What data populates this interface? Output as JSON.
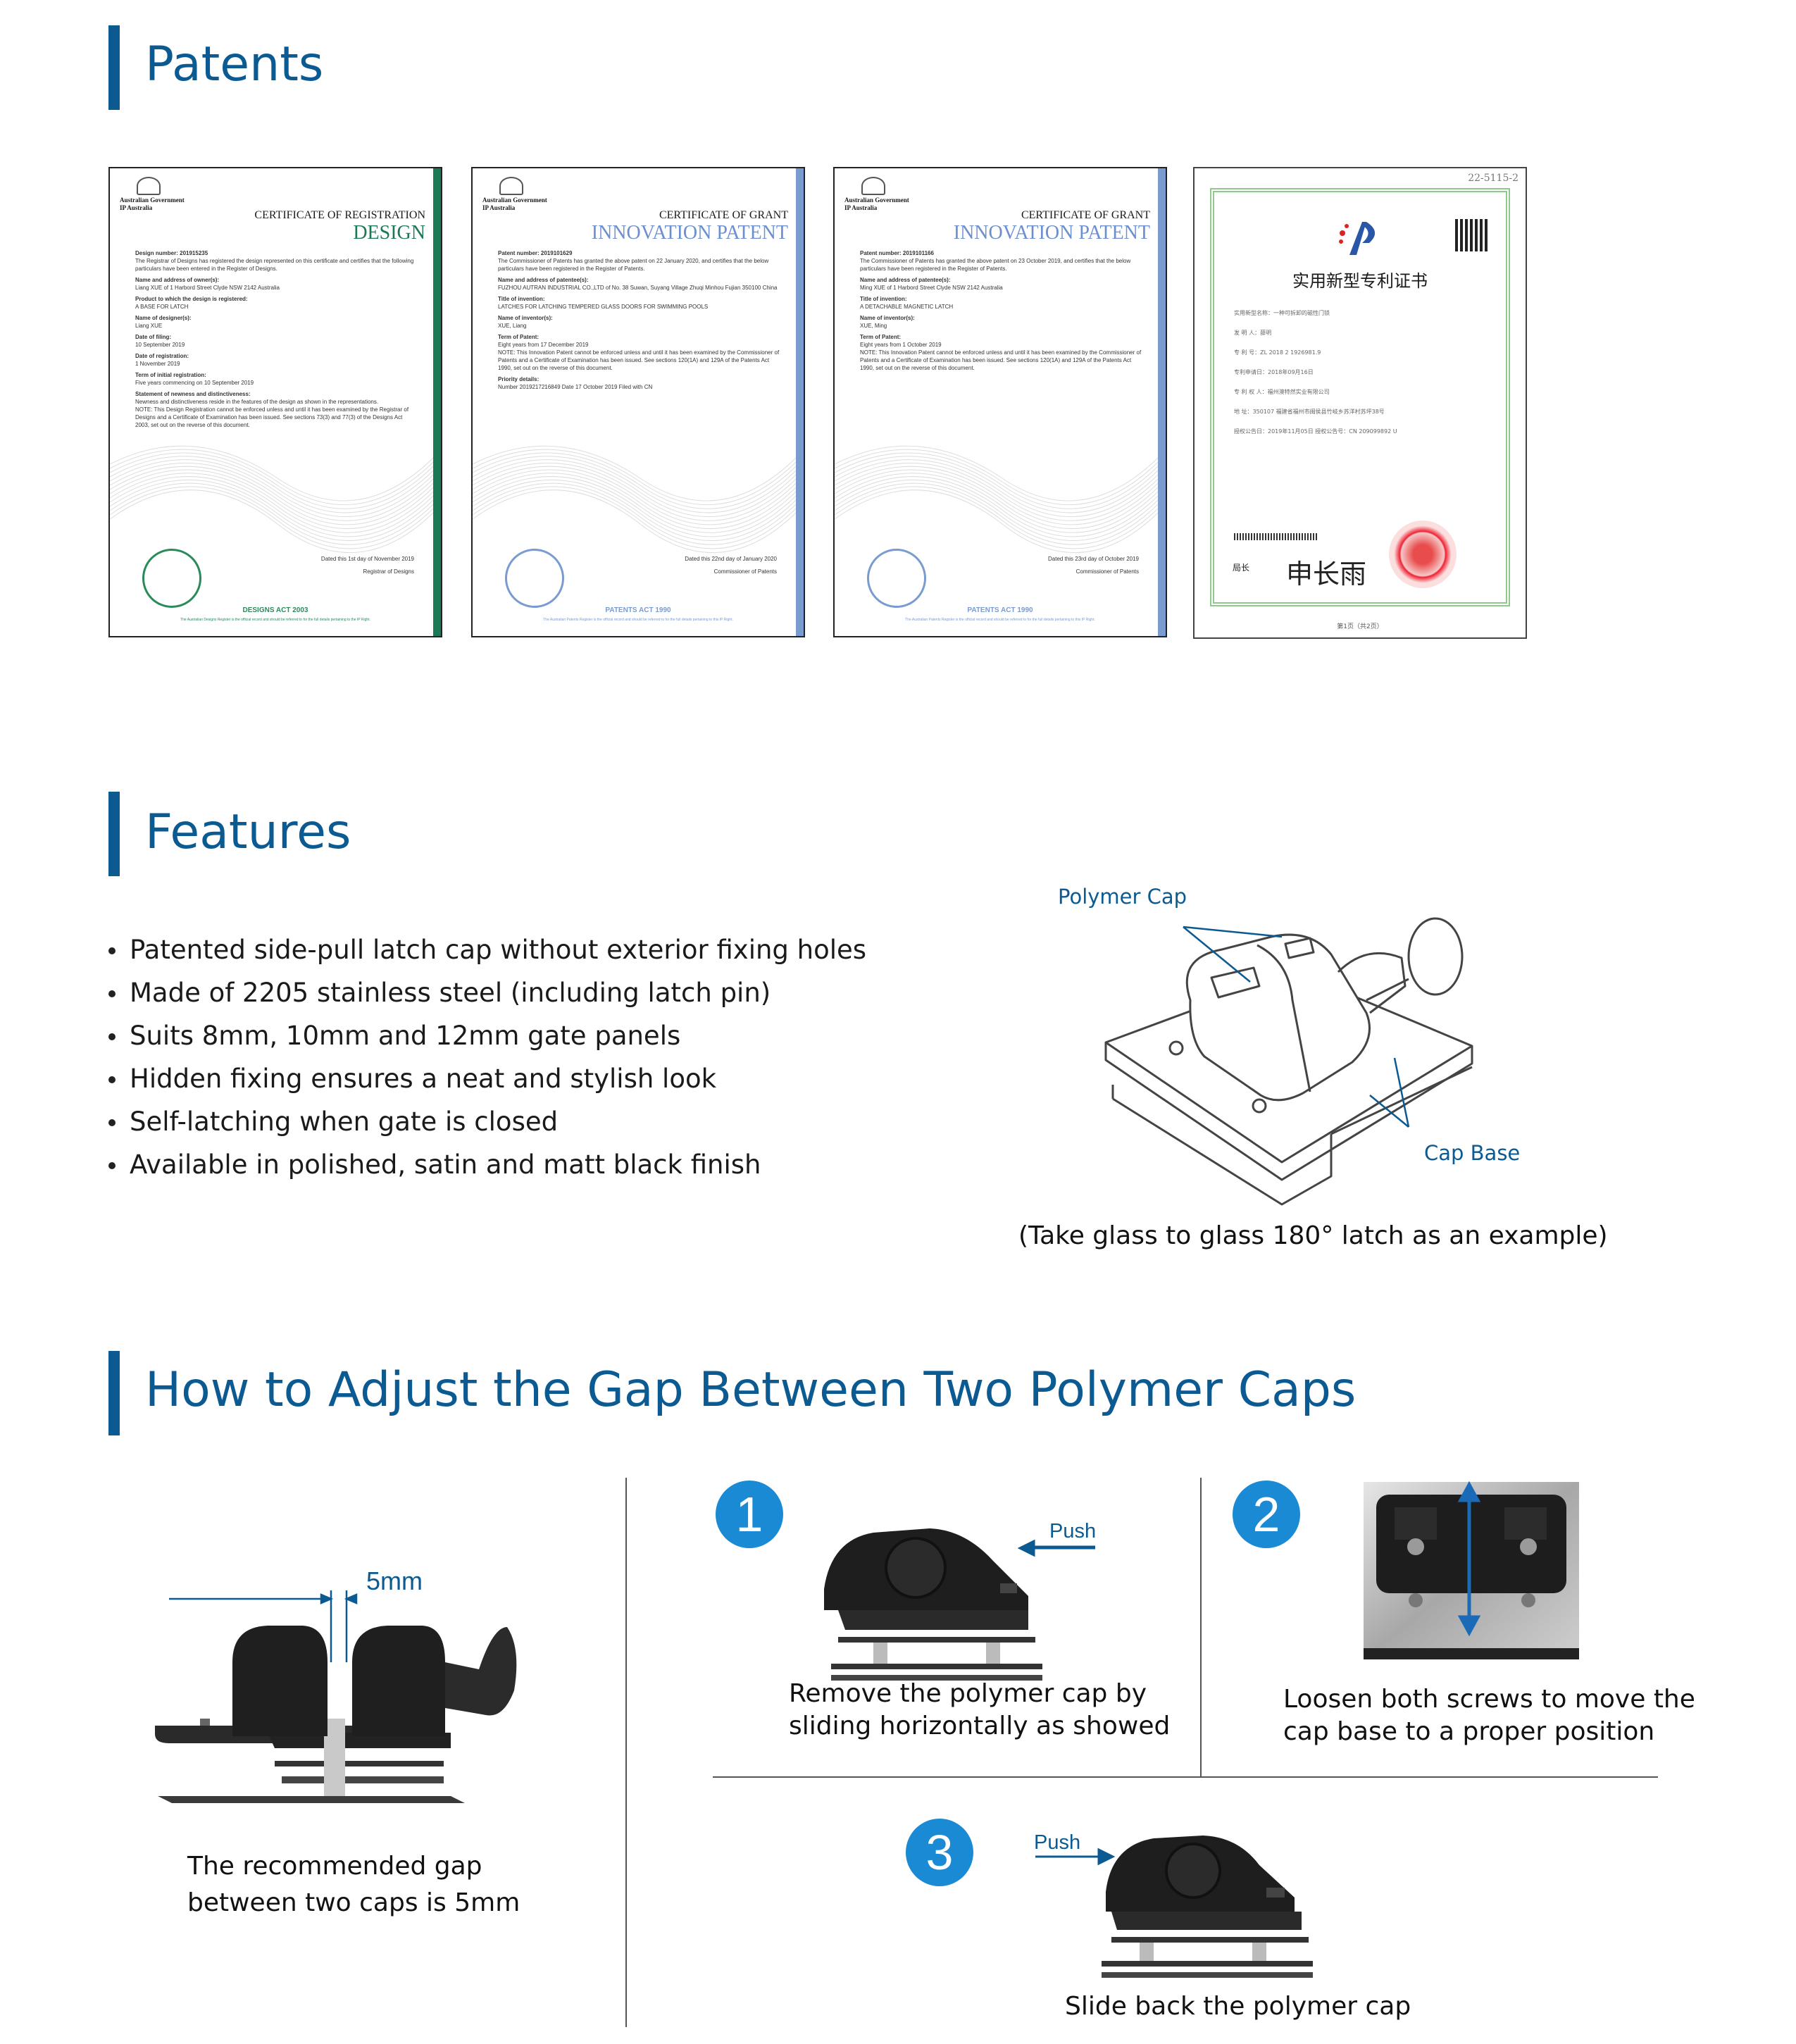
{
  "sections": {
    "patents": "Patents",
    "features": "Features",
    "adjust": "How to Adjust the Gap Between Two Polymer Caps"
  },
  "certificates": [
    {
      "gov": "Australian Government",
      "org": "IP Australia",
      "title": "CERTIFICATE OF REGISTRATION",
      "subtitle": "DESIGN",
      "fields": [
        [
          "Design number: 201915235",
          ""
        ],
        [
          "",
          "The Registrar of Designs has registered the design represented on this certificate and certifies that the following particulars have been entered in the Register of Designs."
        ],
        [
          "Name and address of owner(s):",
          "Liang XUE of 1 Harbord Street Clyde NSW 2142 Australia"
        ],
        [
          "Product to which the design is registered:",
          "A BASE FOR LATCH"
        ],
        [
          "Name of designer(s):",
          "Liang XUE"
        ],
        [
          "Date of filing:",
          "10 September 2019"
        ],
        [
          "Date of registration:",
          "1 November 2019"
        ],
        [
          "Term of initial registration:",
          "Five years commencing on 10 September 2019"
        ],
        [
          "Statement of newness and distinctiveness:",
          "Newness and distinctiveness reside in the features of the design as shown in the representations."
        ],
        [
          "",
          "NOTE: This Design Registration cannot be enforced unless and until it has been examined by the Registrar of Designs and a Certificate of Examination has been issued. See sections 73(3) and 77(3) of the Designs Act 2003, set out on the reverse of this document."
        ]
      ],
      "dated": "Dated this 1st day of November 2019",
      "signer": "Registrar of Designs",
      "act": "DESIGNS ACT 2003",
      "footer": "The Australian Designs Register is the official record and should be referred to for the full details pertaining to the IP Right."
    },
    {
      "gov": "Australian Government",
      "org": "IP Australia",
      "title": "CERTIFICATE OF GRANT",
      "subtitle": "INNOVATION PATENT",
      "fields": [
        [
          "Patent number: 2019101629",
          ""
        ],
        [
          "",
          "The Commissioner of Patents has granted the above patent on 22 January 2020, and certifies that the below particulars have been registered in the Register of Patents."
        ],
        [
          "Name and address of patentee(s):",
          "FUZHOU AUTRAN INDUSTRIAL CO.,LTD of No. 38 Suwan, Suyang Village Zhuqi Minhou Fujian 350100 China"
        ],
        [
          "Title of invention:",
          "LATCHES FOR LATCHING TEMPERED GLASS DOORS FOR SWIMMING POOLS"
        ],
        [
          "Name of inventor(s):",
          "XUE, Liang"
        ],
        [
          "Term of Patent:",
          "Eight years from 17 December 2019"
        ],
        [
          "",
          "NOTE: This Innovation Patent cannot be enforced unless and until it has been examined by the Commissioner of Patents and a Certificate of Examination has been issued. See sections 120(1A) and 129A of the Patents Act 1990, set out on the reverse of this document."
        ],
        [
          "Priority details:",
          "Number 2019217216849    Date 17 October 2019    Filed with CN"
        ]
      ],
      "dated": "Dated this 22nd day of January 2020",
      "signer": "Commissioner of Patents",
      "act": "PATENTS ACT 1990",
      "footer": "The Australian Patents Register is the official record and should be referred to for the full details pertaining to this IP Right."
    },
    {
      "gov": "Australian Government",
      "org": "IP Australia",
      "title": "CERTIFICATE OF GRANT",
      "subtitle": "INNOVATION PATENT",
      "fields": [
        [
          "Patent number: 2019101166",
          ""
        ],
        [
          "",
          "The Commissioner of Patents has granted the above patent on 23 October 2019, and certifies that the below particulars have been registered in the Register of Patents."
        ],
        [
          "Name and address of patentee(s):",
          "Ming XUE of 1 Harbord Street Clyde NSW 2142 Australia"
        ],
        [
          "Title of invention:",
          "A DETACHABLE MAGNETIC LATCH"
        ],
        [
          "Name of inventor(s):",
          "XUE, Ming"
        ],
        [
          "Term of Patent:",
          "Eight years from 1 October 2019"
        ],
        [
          "",
          "NOTE: This Innovation Patent cannot be enforced unless and until it has been examined by the Commissioner of Patents and a Certificate of Examination has been issued. See sections 120(1A) and 129A of the Patents Act 1990, set out on the reverse of this document."
        ]
      ],
      "dated": "Dated this 23rd day of October 2019",
      "signer": "Commissioner of Patents",
      "act": "PATENTS ACT 1990",
      "footer": "The Australian Patents Register is the official record and should be referred to for the full details pertaining to this IP Right."
    }
  ],
  "cn_certificate": {
    "corner": "22-5115-2",
    "title": "实用新型专利证书",
    "lines": [
      "实用新型名称：一种可拆卸的磁性门锁",
      "发  明  人：薛明",
      "专  利  号：ZL 2018 2 1926981.9",
      "专利申请日：2018年09月16日",
      "专 利 权 人：福州澳特然实业有限公司",
      "地      址：350107 福建省福州市闽侯县竹岐乡苏洋村苏坪38号",
      "授权公告日：2019年11月05日     授权公告号：CN 209099892 U"
    ],
    "signature": "申长雨",
    "sign_label": "局长",
    "bottom": "第1页（共2页）"
  },
  "features": [
    "Patented side-pull latch cap without exterior fixing holes",
    "Made of 2205 stainless steel (including latch pin)",
    "Suits 8mm, 10mm and 12mm gate panels",
    "Hidden fixing ensures a neat and stylish look",
    "Self-latching when gate is closed",
    "Available in polished, satin and matt black finish"
  ],
  "diagram": {
    "polymer_cap": "Polymer Cap",
    "cap_base": "Cap Base",
    "caption": "(Take glass to glass 180° latch as an example)"
  },
  "adjust": {
    "gap_label": "5mm",
    "gap_caption_1": "The recommended gap",
    "gap_caption_2": "between two caps is 5mm",
    "step1_num": "1",
    "step1_push": "Push",
    "step1_caption_1": "Remove the polymer cap by",
    "step1_caption_2": "sliding horizontally as showed",
    "step2_num": "2",
    "step2_caption_1": "Loosen both screws to move the",
    "step2_caption_2": "cap base to a proper position",
    "step3_num": "3",
    "step3_push": "Push",
    "step3_caption": "Slide back the polymer cap"
  },
  "colors": {
    "brand_blue": "#0b5a92",
    "step_blue": "#1a8ad4",
    "design_stripe": "#1a7a55",
    "patent_stripe": "#7a9bd0"
  }
}
